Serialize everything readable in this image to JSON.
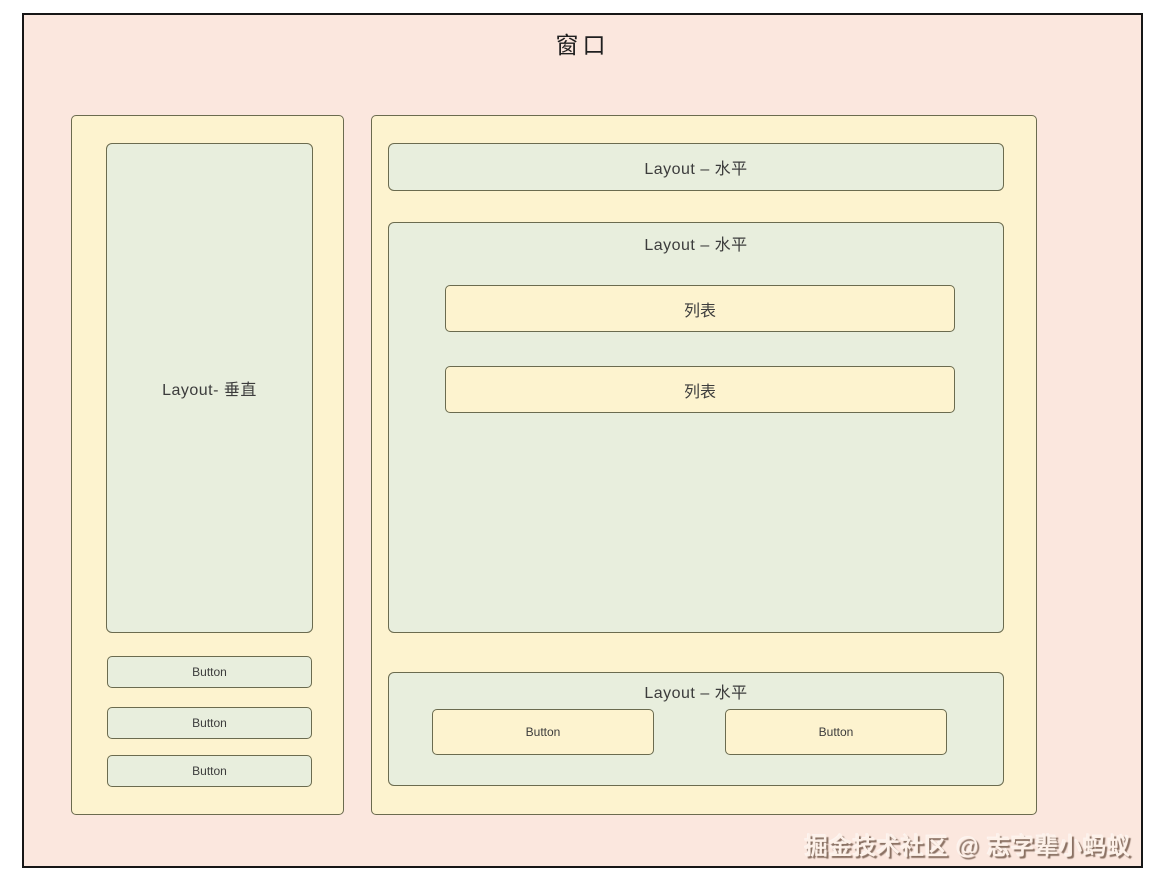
{
  "window": {
    "title": "窗口"
  },
  "left_panel": {
    "layout_label": "Layout- 垂直",
    "buttons": [
      "Button",
      "Button",
      "Button"
    ]
  },
  "right_panel": {
    "top_bar_label": "Layout – 水平",
    "middle_box": {
      "label": "Layout – 水平",
      "list_items": [
        "列表",
        "列表"
      ]
    },
    "bottom_box": {
      "label": "Layout – 水平",
      "buttons": [
        "Button",
        "Button"
      ]
    }
  },
  "watermark": "掘金技术社区 @ 志字辈小蚂蚁",
  "colors": {
    "window_background": "#fbe7de",
    "panel_yellow": "#fdf3cf",
    "box_green": "#e8eedd",
    "box_border_olive": "#6b6b4f",
    "frame_border": "#161616",
    "label_text": "#3c3c3c",
    "watermark_fill": "#fdf1e9",
    "watermark_shadow": "#745a4b"
  }
}
